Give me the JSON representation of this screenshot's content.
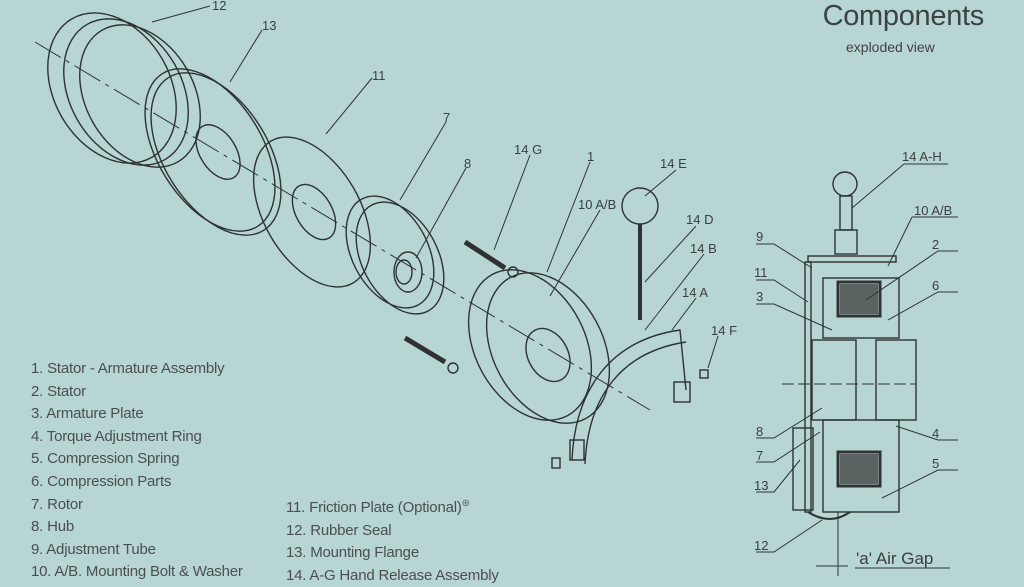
{
  "header": {
    "title": "Components",
    "subtitle": "exploded view"
  },
  "exploded_labels": {
    "l12": "12",
    "l13": "13",
    "l11": "11",
    "l7": "7",
    "l8": "8",
    "l14g": "14 G",
    "l1": "1",
    "l10ab": "10 A/B",
    "l14e": "14 E",
    "l14d": "14 D",
    "l14b": "14 B",
    "l14a": "14 A",
    "l14f": "14 F"
  },
  "section_labels": {
    "l14ah": "14 A-H",
    "l10ab": "10 A/B",
    "l9": "9",
    "l2": "2",
    "l11": "11",
    "l3": "3",
    "l6": "6",
    "l8": "8",
    "l4": "4",
    "l7": "7",
    "l5": "5",
    "l13": "13",
    "l12": "12",
    "airgap": "'a' Air Gap"
  },
  "legend": {
    "col1": [
      "1. Stator - Armature Assembly",
      "2. Stator",
      "3. Armature Plate",
      "4. Torque Adjustment Ring",
      "5. Compression Spring",
      "6. Compression Parts",
      "7. Rotor",
      "8. Hub",
      "9. Adjustment Tube",
      "10. A/B. Mounting Bolt & Washer"
    ],
    "col2": [
      "11. Friction Plate (Optional)",
      "12. Rubber Seal",
      "13. Mounting Flange",
      "14. A-G Hand Release Assembly"
    ],
    "optional_mark": "⊕"
  }
}
